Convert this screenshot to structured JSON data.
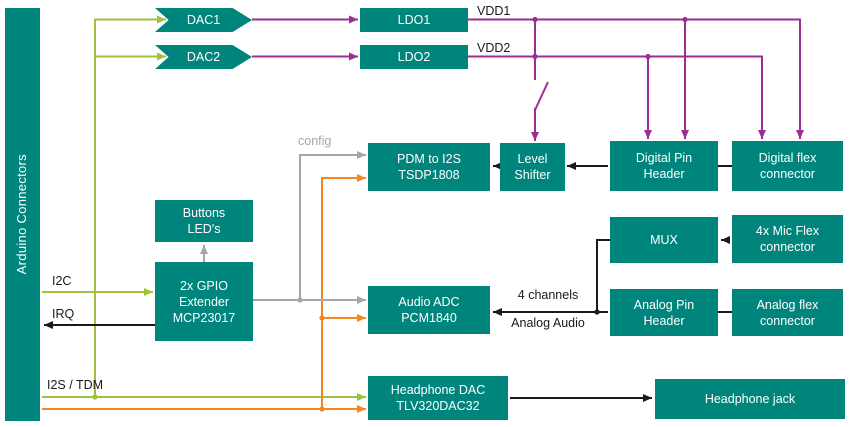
{
  "diagram": {
    "blocks": {
      "arduino": {
        "label": "Arduino Connectors"
      },
      "dac1": {
        "label": "DAC1"
      },
      "dac2": {
        "label": "DAC2"
      },
      "ldo1": {
        "label": "LDO1"
      },
      "ldo2": {
        "label": "LDO2"
      },
      "pdm": {
        "line1": "PDM to I2S",
        "line2": "TSDP1808"
      },
      "level_shifter": {
        "line1": "Level",
        "line2": "Shifter"
      },
      "digital_pin_header": {
        "line1": "Digital Pin",
        "line2": "Header"
      },
      "digital_flex": {
        "line1": "Digital flex",
        "line2": "connector"
      },
      "buttons": {
        "line1": "Buttons",
        "line2": "LED's"
      },
      "gpio": {
        "line1": "2x GPIO",
        "line2": "Extender",
        "line3": "MCP23017"
      },
      "mux": {
        "label": "MUX"
      },
      "mic_flex": {
        "line1": "4x Mic Flex",
        "line2": "connector"
      },
      "adc": {
        "line1": "Audio ADC",
        "line2": "PCM1840"
      },
      "analog_pin_header": {
        "line1": "Analog Pin",
        "line2": "Header"
      },
      "analog_flex": {
        "line1": "Analog flex",
        "line2": "connector"
      },
      "hp_dac": {
        "line1": "Headphone DAC",
        "line2": "TLV320DAC32"
      },
      "hp_jack": {
        "label": "Headphone jack"
      }
    },
    "labels": {
      "vdd1": "VDD1",
      "vdd2": "VDD2",
      "config": "config",
      "i2c": "I2C",
      "irq": "IRQ",
      "i2s_tdm": "I2S / TDM",
      "channels_line1": "4 channels",
      "channels_line2": "Analog Audio"
    }
  },
  "colors": {
    "canvas_bg": "#FFFFFF",
    "block_teal": "#00857C",
    "arrow_green": "#9EC23B",
    "arrow_orange": "#F6861F",
    "arrow_purple": "#9B2D93",
    "arrow_gray": "#A6A6A6",
    "arrow_black": "#1A1A1A",
    "text_dark": "#1A1A1A"
  }
}
